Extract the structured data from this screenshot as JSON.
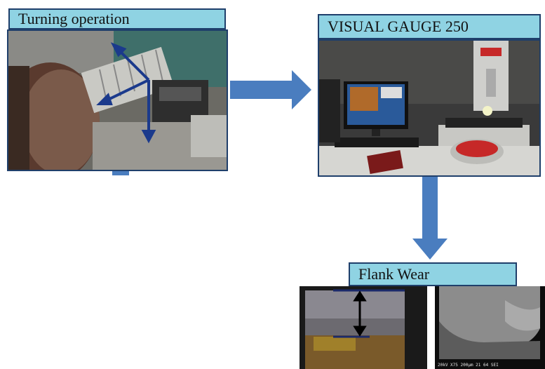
{
  "labels": {
    "turning": "Turning operation",
    "gauge": "VISUAL GAUGE 250",
    "flank": "Flank Wear"
  },
  "colors": {
    "label_fill": "#8fd3e3",
    "border": "#1f3f6b",
    "arrow": "#4a7dbf",
    "axis_arrow": "#1b3a8c"
  },
  "photos": [
    "lathe-turning-photo",
    "visual-gauge-photo",
    "flank-wear-optical-photo",
    "flank-wear-sem-photo"
  ],
  "sem_caption": "20kV   X75  200µm   21 64 SEI"
}
